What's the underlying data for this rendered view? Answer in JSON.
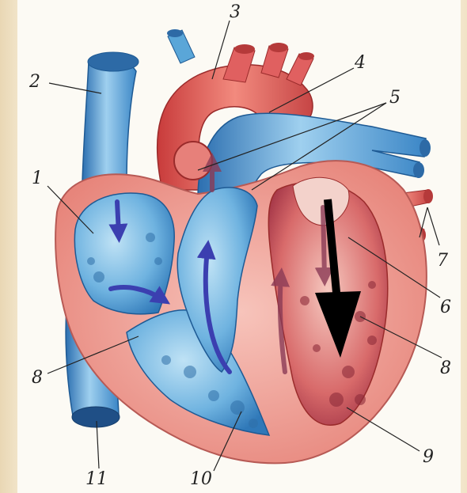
{
  "diagram": {
    "labels": {
      "l1": "1",
      "l2": "2",
      "l3": "3",
      "l4": "4",
      "l5": "5",
      "l6": "6",
      "l7": "7",
      "l8_left": "8",
      "l8_right": "8",
      "l9": "9",
      "l10": "10",
      "l11": "11"
    },
    "colors": {
      "vein_blue": "#5aa6d8",
      "artery_red": "#e05a5a",
      "muscle_pink": "#f1a8a0",
      "flow_arrow_blue": "#3b3fb0",
      "flow_arrow_red": "#8b3b56",
      "highlight_arrow": "#000000"
    }
  }
}
